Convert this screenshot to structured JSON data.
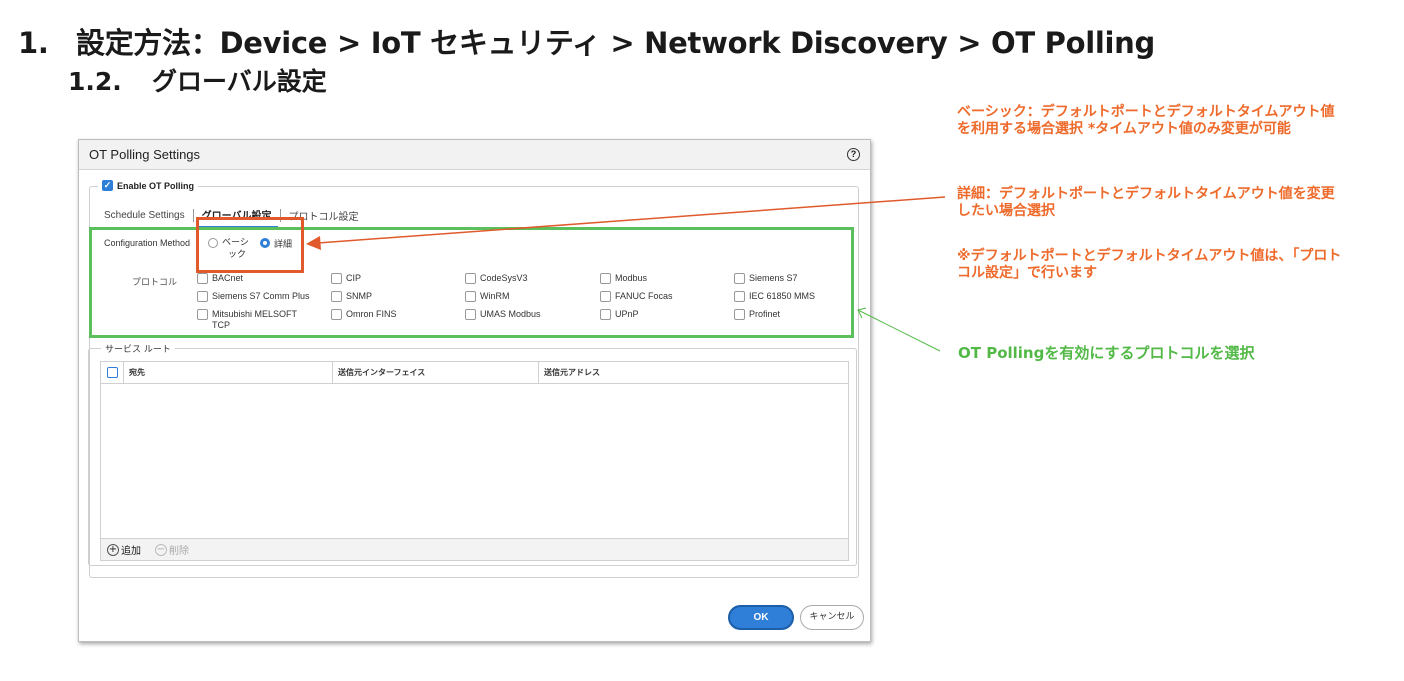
{
  "heading": {
    "h1_num": "1.",
    "h1_text": "設定方法：Device > IoT セキュリティ > Network Discovery > OT Polling",
    "h2_num": "1.2.",
    "h2_text": "グローバル設定"
  },
  "dialog": {
    "title": "OT Polling Settings",
    "help_icon": "?",
    "enable_label": "Enable OT Polling",
    "enable_checked": true,
    "tabs": [
      {
        "label": "Schedule Settings",
        "active": false
      },
      {
        "label": "グローバル設定",
        "active": true
      },
      {
        "label": "プロトコル設定",
        "active": false
      }
    ],
    "config_method_label": "Configuration Method",
    "radio_basic": "ベーシ ック",
    "radio_basic_line1": "ベーシ",
    "radio_basic_line2": "ック",
    "radio_detail": "詳細",
    "selected_method": "詳細",
    "protocol_label": "プロトコル",
    "protocols": [
      {
        "label": "BACnet"
      },
      {
        "label": "CIP"
      },
      {
        "label": "CodeSysV3"
      },
      {
        "label": "Modbus"
      },
      {
        "label": "Siemens S7"
      },
      {
        "label": "Siemens S7 Comm Plus"
      },
      {
        "label": "SNMP"
      },
      {
        "label": "WinRM"
      },
      {
        "label": "FANUC Focas"
      },
      {
        "label": "IEC 61850 MMS"
      },
      {
        "label": "Mitsubishi MELSOFT TCP"
      },
      {
        "label": "Omron FINS"
      },
      {
        "label": "UMAS Modbus"
      },
      {
        "label": "UPnP"
      },
      {
        "label": "Profinet"
      }
    ],
    "service_route_label": "サービス ルート",
    "table_headers": [
      "宛先",
      "送信元インターフェイス",
      "送信元アドレス"
    ],
    "add_label": "追加",
    "delete_label": "削除",
    "ok_label": "OK",
    "cancel_label": "キャンセル"
  },
  "annotations": {
    "basic_note": "ベーシック：デフォルトポートとデフォルトタイムアウト値を利用する場合選択 *タイムアウト値のみ変更が可能",
    "detail_note": "詳細：デフォルトポートとデフォルトタイムアウト値を変更したい場合選択",
    "protocol_note": "※デフォルトポートとデフォルトタイムアウト値は、「プロトコル設定」で行います",
    "green_note": "OT Pollingを有効にするプロトコルを選択",
    "colors": {
      "orange": "#ee6a2b",
      "green": "#52b947",
      "accent": "#2f7fd8"
    }
  }
}
